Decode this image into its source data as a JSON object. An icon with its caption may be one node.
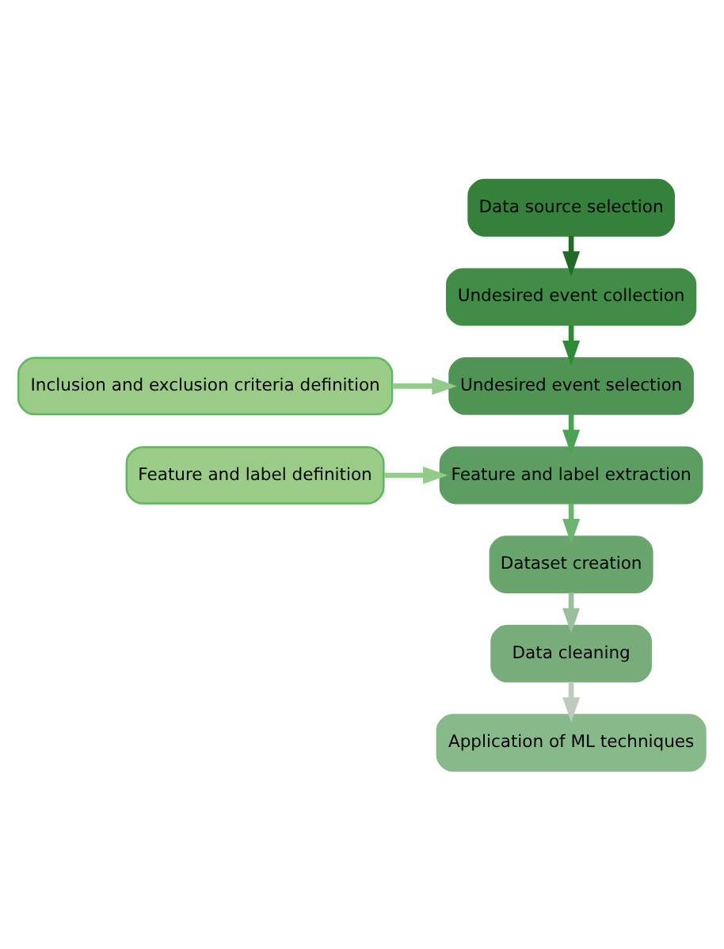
{
  "diagram": {
    "nodes": [
      {
        "text": [
          "Data source selection"
        ]
      },
      {
        "text": [
          "Undesired event collection"
        ]
      },
      {
        "text": [
          "Undesired event selection"
        ]
      },
      {
        "text": [
          "Feature and label extraction"
        ]
      },
      {
        "text": [
          "Dataset creation"
        ]
      },
      {
        "text": [
          "Data cleaning"
        ]
      },
      {
        "text": [
          "Application of ML techniques"
        ]
      },
      {
        "text": [
          "Inclusion and exclusion criteria definition"
        ]
      },
      {
        "text": [
          "Feature and label definition"
        ]
      }
    ],
    "edges": [
      {
        "from": 0,
        "to": 1,
        "arrow": "to",
        "color": "#1f6b26"
      },
      {
        "from": 1,
        "to": 2,
        "arrow": "to",
        "color": "#2f8a35"
      },
      {
        "from": 2,
        "to": 3,
        "arrow": "to",
        "color": "#4aa352"
      },
      {
        "from": 3,
        "to": 4,
        "arrow": "to",
        "color": "#6cb56f"
      },
      {
        "from": 4,
        "to": 5,
        "arrow": "to",
        "color": "#9bbf9c"
      },
      {
        "from": 5,
        "to": 6,
        "arrow": "to",
        "color": "#bfcabf"
      },
      {
        "from": 7,
        "to": 2,
        "arrow": "to",
        "color": "#93cc8a"
      },
      {
        "from": 8,
        "to": 3,
        "arrow": "to",
        "color": "#93cc8a"
      }
    ]
  }
}
